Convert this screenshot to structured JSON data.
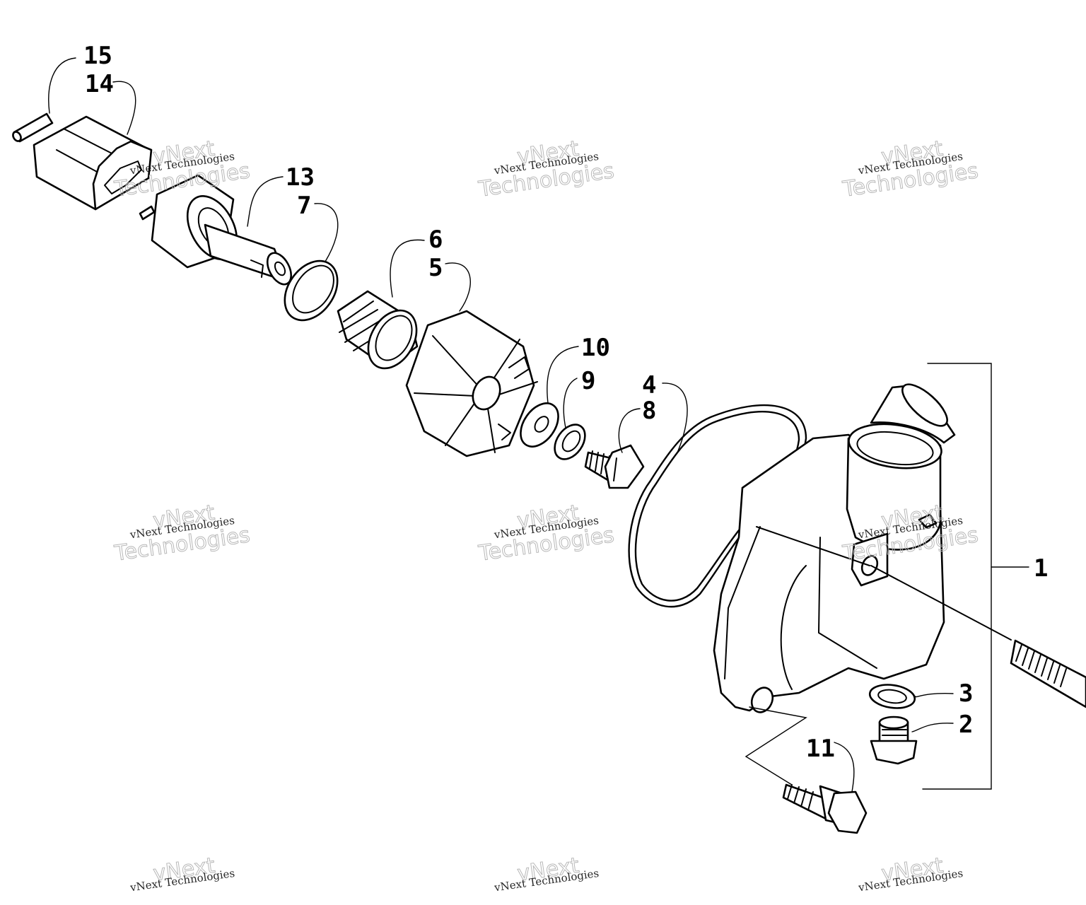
{
  "diagram": {
    "callouts": [
      {
        "id": "c1",
        "label": "1"
      },
      {
        "id": "c2",
        "label": "2"
      },
      {
        "id": "c3",
        "label": "3"
      },
      {
        "id": "c4",
        "label": "4"
      },
      {
        "id": "c5",
        "label": "5"
      },
      {
        "id": "c6",
        "label": "6"
      },
      {
        "id": "c7",
        "label": "7"
      },
      {
        "id": "c8",
        "label": "8"
      },
      {
        "id": "c9",
        "label": "9"
      },
      {
        "id": "c10",
        "label": "10"
      },
      {
        "id": "c11",
        "label": "11"
      },
      {
        "id": "c13",
        "label": "13"
      },
      {
        "id": "c14",
        "label": "14"
      },
      {
        "id": "c15",
        "label": "15"
      }
    ]
  },
  "watermark": {
    "small_text": "vNext Technologies",
    "brand_top": "vNext",
    "brand_bottom": "Technologies"
  }
}
